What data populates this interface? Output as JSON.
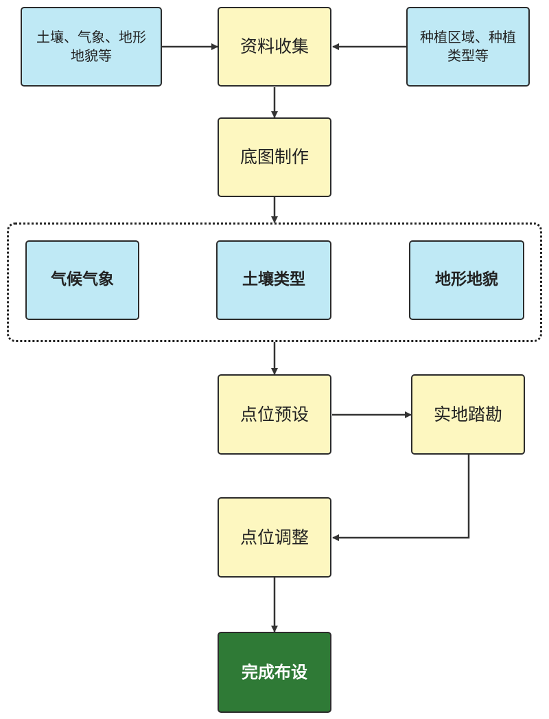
{
  "diagram": {
    "inputs": {
      "left": "土壤、气象、地形地貌等",
      "right": "种植区域、种植类型等"
    },
    "steps": {
      "collect": "资料收集",
      "basemap": "底图制作",
      "preset": "点位预设",
      "survey": "实地踏勘",
      "adjust": "点位调整",
      "done": "完成布设"
    },
    "group": {
      "items": [
        "气候气象",
        "土壤类型",
        "地形地貌"
      ]
    },
    "colors": {
      "process": "#fdf7c0",
      "input": "#bfe9f5",
      "final": "#2f7a36",
      "stroke": "#2b2b2b"
    }
  }
}
